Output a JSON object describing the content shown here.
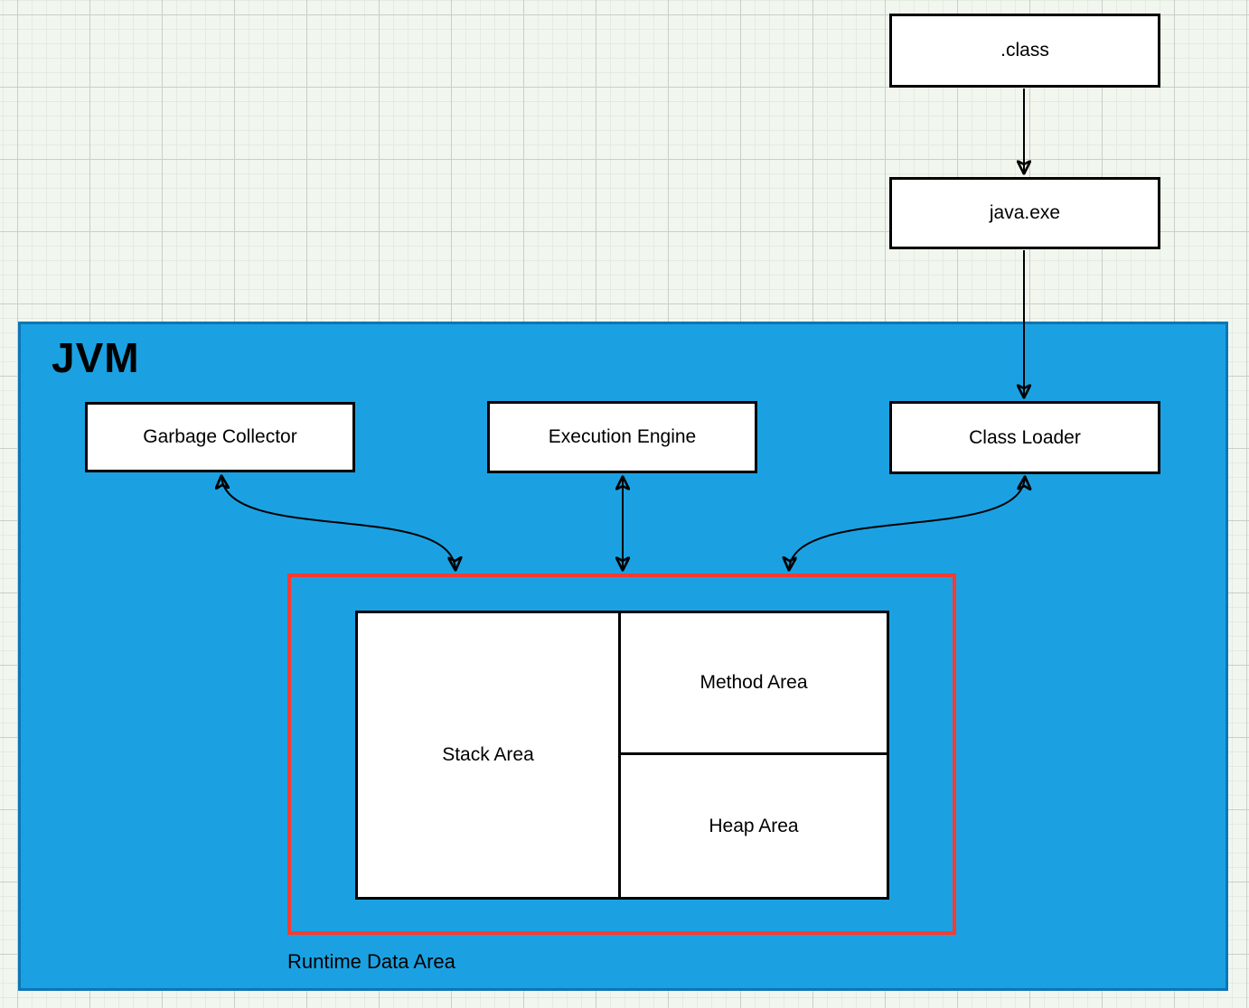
{
  "diagram": {
    "type": "flowchart",
    "title": "JVM architecture",
    "nodes": {
      "class_file": {
        "label": ".class"
      },
      "java_exe": {
        "label": "java.exe"
      },
      "garbage_collector": {
        "label": "Garbage Collector"
      },
      "execution_engine": {
        "label": "Execution Engine"
      },
      "class_loader": {
        "label": "Class Loader"
      },
      "stack_area": {
        "label": "Stack Area"
      },
      "method_area": {
        "label": "Method Area"
      },
      "heap_area": {
        "label": "Heap Area"
      }
    },
    "containers": {
      "jvm": {
        "label": "JVM"
      },
      "runtime_data_area": {
        "label": "Runtime Data Area"
      }
    },
    "edges": [
      {
        "from": ".class",
        "to": "java.exe",
        "style": "straight",
        "arrow": "single-down"
      },
      {
        "from": "java.exe",
        "to": "Class Loader",
        "style": "straight",
        "arrow": "single-down"
      },
      {
        "from": "Garbage Collector",
        "to": "Runtime Data Area",
        "style": "s-curve",
        "arrow": "bidirectional"
      },
      {
        "from": "Execution Engine",
        "to": "Runtime Data Area",
        "style": "straight",
        "arrow": "bidirectional"
      },
      {
        "from": "Class Loader",
        "to": "Runtime Data Area",
        "style": "s-curve",
        "arrow": "bidirectional"
      }
    ],
    "colors": {
      "canvas_bg": "#f1f7ee",
      "grid_major": "#c9cfc9",
      "grid_minor": "#e4ebe1",
      "jvm_fill": "#1ba1e2",
      "jvm_stroke": "#0b76b7",
      "runtime_area_stroke": "#f93b31",
      "node_fill": "#ffffff",
      "node_stroke": "#000000",
      "arrow": "#000000",
      "text": "#000000"
    }
  }
}
